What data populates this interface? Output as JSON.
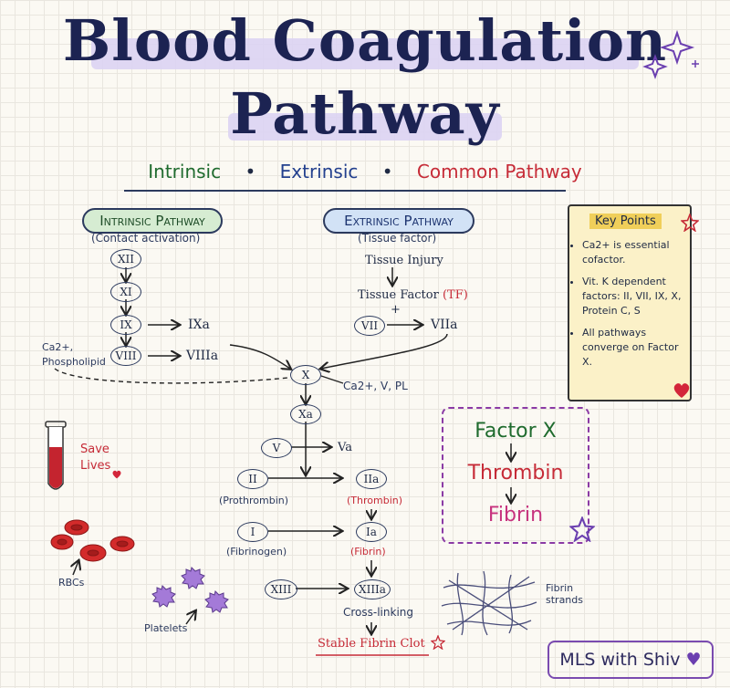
{
  "title": {
    "line1": "Blood Coagulation",
    "line2": "Pathway"
  },
  "subtitle": {
    "intrinsic": "Intrinsic",
    "extrinsic": "Extrinsic",
    "common": "Common Pathway",
    "bullet": "•"
  },
  "colors": {
    "navy": "#1c2352",
    "green": "#1f6b2e",
    "blue": "#23408e",
    "red": "#c62b37",
    "purple": "#8b3aa5",
    "pink": "#c7327e"
  },
  "intrinsic": {
    "label": "Intrinsic Pathway",
    "note": "(Contact activation)",
    "factors": [
      "XII",
      "XI",
      "IX",
      "VIII"
    ],
    "activated": [
      "IXa",
      "VIIIa"
    ]
  },
  "extrinsic": {
    "label": "Extrinsic Pathway",
    "note": "(Tissue factor)",
    "injury": "Tissue Injury",
    "tf": "Tissue Factor",
    "tf_abbr": "(TF)",
    "plus": "+",
    "factor": "VII",
    "activated": "VIIa"
  },
  "cofactors": {
    "left_ca": "Ca2+,",
    "left_pl": "Phospholipid",
    "right": "Ca2+, V, PL"
  },
  "common": {
    "x": "X",
    "xa": "Xa",
    "v": "V",
    "va": "Va",
    "ii": "II",
    "iia": "IIa",
    "prothrombin": "(Prothrombin)",
    "thrombin": "(Thrombin)",
    "i": "I",
    "ia": "Ia",
    "fibrinogen": "(Fibrinogen)",
    "fibrin": "(Fibrin)",
    "xiii": "XIII",
    "xiiia": "XIIIa",
    "crosslinking": "Cross-linking",
    "clot": "Stable Fibrin Clot"
  },
  "key_points": {
    "heading": "Key Points",
    "items": [
      "Ca2+ is essential cofactor.",
      "Vit. K dependent factors: II, VII, IX, X, Protein C, S",
      "All pathways converge on Factor X."
    ]
  },
  "summary": {
    "a": "Factor X",
    "b": "Thrombin",
    "c": "Fibrin"
  },
  "illustrations": {
    "save_lives": "Save Lives",
    "rbcs": "RBCs",
    "platelets": "Platelets",
    "fibrin_strands": "Fibrin strands"
  },
  "credit": "MLS with Shiv"
}
